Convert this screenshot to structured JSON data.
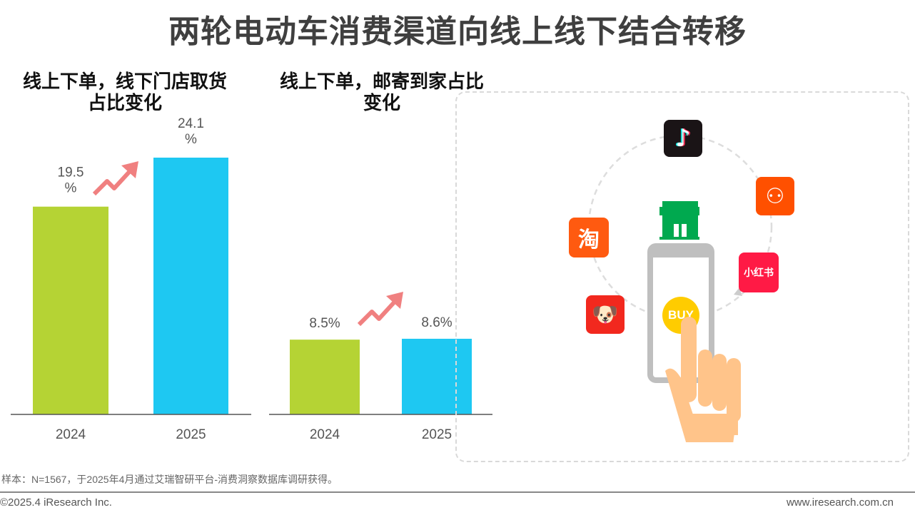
{
  "title": "两轮电动车消费渠道向线上线下结合转移",
  "chart_data": [
    {
      "type": "bar",
      "title": "线上下单，线下门店取货占比变化",
      "categories": [
        "2024",
        "2025"
      ],
      "values": [
        19.5,
        24.1
      ],
      "labels": [
        "19.5%",
        "24.1%"
      ],
      "unit": "%",
      "ylim": [
        0,
        32.2
      ],
      "colors": [
        "#b5d334",
        "#1ec8f2"
      ]
    },
    {
      "type": "bar",
      "title": "线上下单，邮寄到家占比变化",
      "categories": [
        "2024",
        "2025"
      ],
      "values": [
        8.5,
        8.6
      ],
      "labels": [
        "8.5%",
        "8.6%"
      ],
      "unit": "%",
      "ylim": [
        0,
        39
      ],
      "colors": [
        "#b5d334",
        "#1ec8f2"
      ]
    }
  ],
  "illustration": {
    "buy_label": "BUY",
    "taobao": "淘",
    "xiaohongshu": "小红书"
  },
  "footer": {
    "note": "样本：N=1567，于2025年4月通过艾瑞智研平台-消费洞察数据库调研获得。",
    "copyright": "©2025.4 iResearch Inc.",
    "site": "www.iresearch.com.cn"
  },
  "colors": {
    "arrow": "#f08080",
    "title": "#3f3f3f"
  }
}
